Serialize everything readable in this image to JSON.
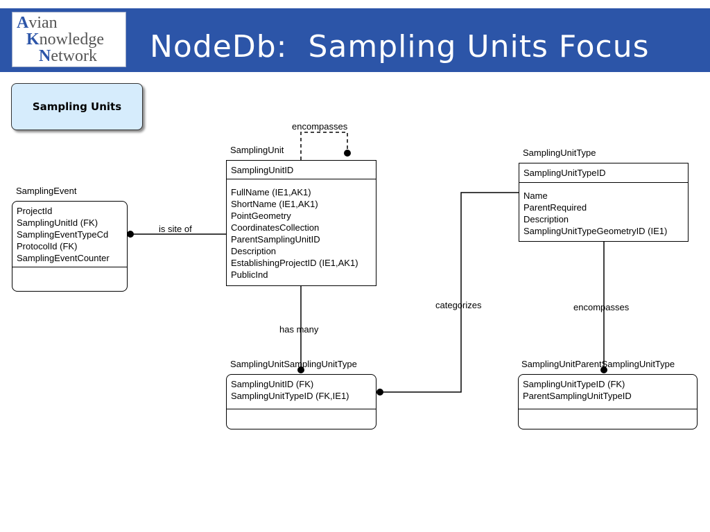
{
  "header": {
    "title": "NodeDb:  Sampling Units Focus",
    "logo": {
      "line1": "Avian",
      "line2": "Knowledge",
      "line3": "Network"
    }
  },
  "focus_button": {
    "label": "Sampling Units"
  },
  "entities": {
    "sampling_event": {
      "title": "SamplingEvent",
      "attrs": [
        "ProjectId",
        "SamplingUnitId (FK)",
        "SamplingEventTypeCd",
        "ProtocolId (FK)",
        "SamplingEventCounter"
      ]
    },
    "sampling_unit": {
      "title": "SamplingUnit",
      "pk": "SamplingUnitID",
      "attrs": [
        "FullName (IE1,AK1)",
        "ShortName (IE1,AK1)",
        "PointGeometry",
        "CoordinatesCollection",
        "ParentSamplingUnitID",
        "Description",
        "EstablishingProjectID (IE1,AK1)",
        "PublicInd"
      ]
    },
    "sampling_unit_type": {
      "title": "SamplingUnitType",
      "pk": "SamplingUnitTypeID",
      "attrs": [
        "Name",
        "ParentRequired",
        "Description",
        "SamplingUnitTypeGeometryID (IE1)"
      ]
    },
    "su_su_type": {
      "title": "SamplingUnitSamplingUnitType",
      "attrs": [
        "SamplingUnitID (FK)",
        "SamplingUnitTypeID (FK,IE1)"
      ]
    },
    "su_parent_su_type": {
      "title": "SamplingUnitParentSamplingUnitType",
      "attrs": [
        "SamplingUnitTypeID (FK)",
        "ParentSamplingUnitTypeID"
      ]
    }
  },
  "relationships": {
    "encompasses_self": "encompasses",
    "is_site_of": "is site of",
    "has_many": "has many",
    "categorizes": "categorizes",
    "encompasses_type": "encompasses"
  }
}
